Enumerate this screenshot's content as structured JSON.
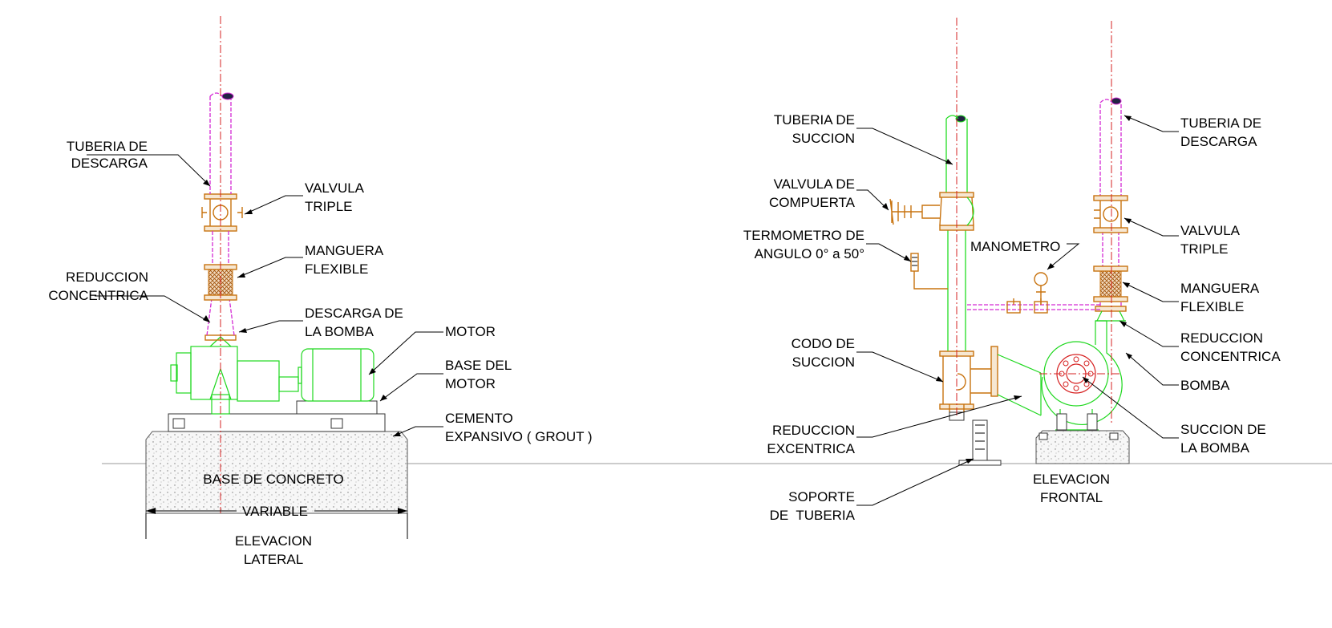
{
  "lateral": {
    "labels": {
      "tuberia_descarga": [
        "TUBERIA DE",
        "DESCARGA"
      ],
      "valvula_triple": [
        "VALVULA",
        "TRIPLE"
      ],
      "manguera_flexible": [
        "MANGUERA",
        "FLEXIBLE"
      ],
      "reduccion_concentrica": [
        "REDUCCION",
        "CONCENTRICA"
      ],
      "descarga_bomba": [
        "DESCARGA DE",
        "LA BOMBA"
      ],
      "motor": [
        "MOTOR"
      ],
      "base_motor": [
        "BASE DEL",
        "MOTOR"
      ],
      "cemento": [
        "CEMENTO",
        "EXPANSIVO ( GROUT )"
      ],
      "base_concreto": "BASE DE CONCRETO",
      "variable": "VARIABLE",
      "titulo": [
        "ELEVACION",
        "LATERAL"
      ]
    }
  },
  "frontal": {
    "labels": {
      "tuberia_succion": [
        "TUBERIA DE",
        "SUCCION"
      ],
      "valvula_compuerta": [
        "VALVULA DE",
        "COMPUERTA"
      ],
      "termometro": [
        "TERMOMETRO DE",
        "ANGULO 0° a 50°"
      ],
      "manometro": "MANOMETRO",
      "codo_succion": [
        "CODO DE",
        "SUCCION"
      ],
      "reduccion_excentrica": [
        "REDUCCION",
        "EXCENTRICA"
      ],
      "soporte_tuberia": [
        "SOPORTE",
        "DE  TUBERIA"
      ],
      "titulo": [
        "ELEVACION",
        "FRONTAL"
      ],
      "tuberia_descarga": [
        "TUBERIA DE",
        "DESCARGA"
      ],
      "valvula_triple": [
        "VALVULA",
        "TRIPLE"
      ],
      "manguera_flexible": [
        "MANGUERA",
        "FLEXIBLE"
      ],
      "reduccion_concentrica": [
        "REDUCCION",
        "CONCENTRICA"
      ],
      "bomba": "BOMBA",
      "succion_bomba": [
        "SUCCION DE",
        "LA BOMBA"
      ]
    }
  },
  "colors": {
    "centerline": "#d62020",
    "discharge_pipe": "#d42ad4",
    "equipment": "#1fd81f",
    "fittings": "#c8730f",
    "concrete": "#555555"
  }
}
